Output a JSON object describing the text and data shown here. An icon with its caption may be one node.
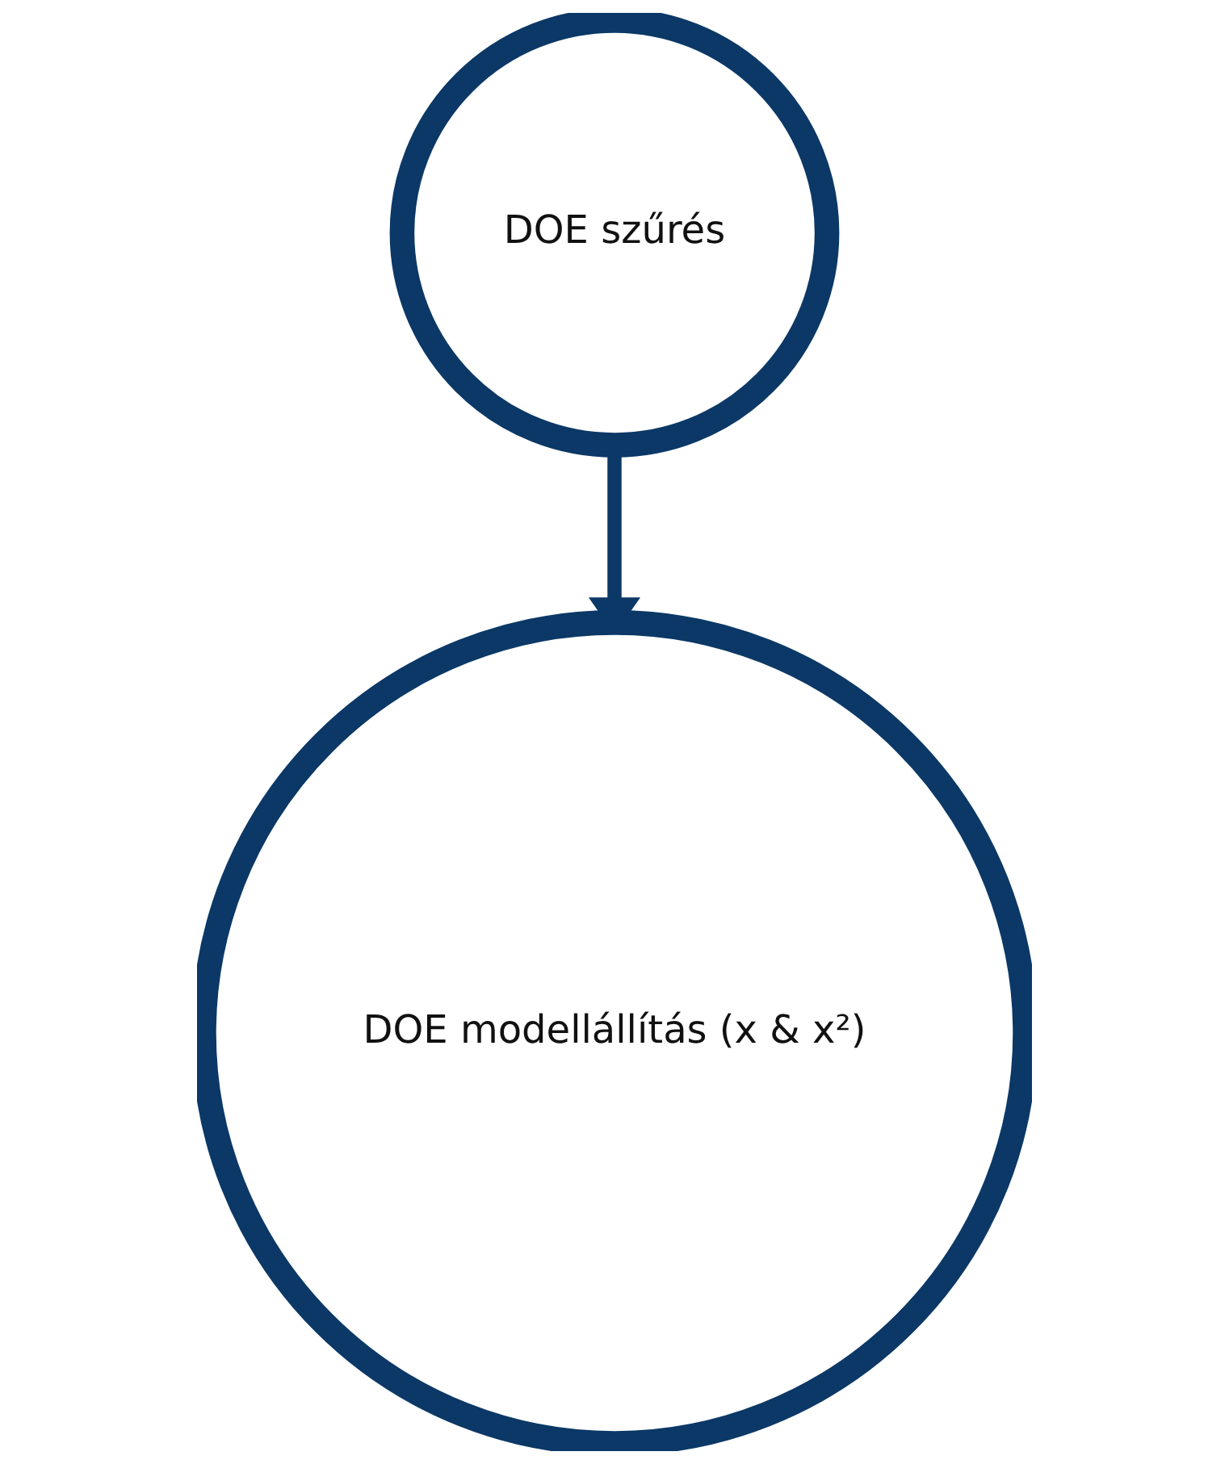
{
  "diagram": {
    "nodes": [
      {
        "text": [
          "DOE szűrés"
        ]
      },
      {
        "text": [
          "DOE modellállítás (x & x²)"
        ]
      }
    ],
    "edges": [
      {
        "from": 0,
        "to": 1,
        "arrow": "to"
      }
    ]
  }
}
